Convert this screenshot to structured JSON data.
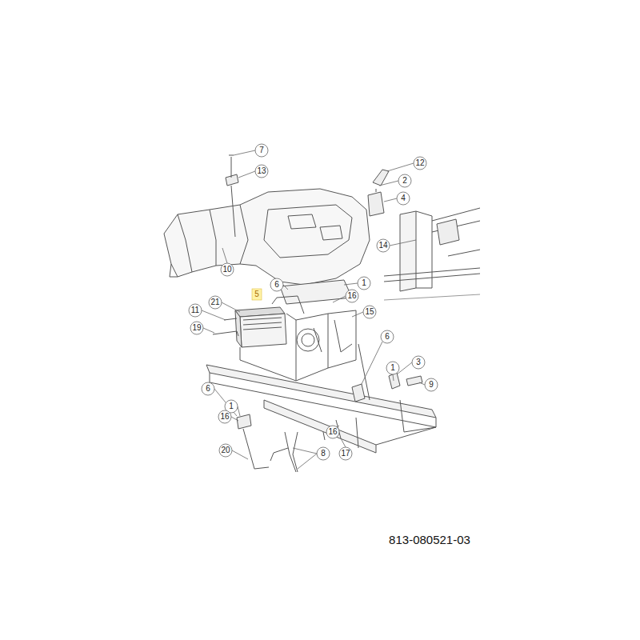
{
  "diagram": {
    "labels": [
      "7",
      "13",
      "12",
      "2",
      "4",
      "14",
      "10",
      "6",
      "1",
      "5",
      "21",
      "11",
      "16",
      "15",
      "19",
      "6",
      "3",
      "1",
      "9",
      "6",
      "1",
      "16",
      "16",
      "20",
      "8",
      "17",
      "813-080521-03"
    ]
  }
}
